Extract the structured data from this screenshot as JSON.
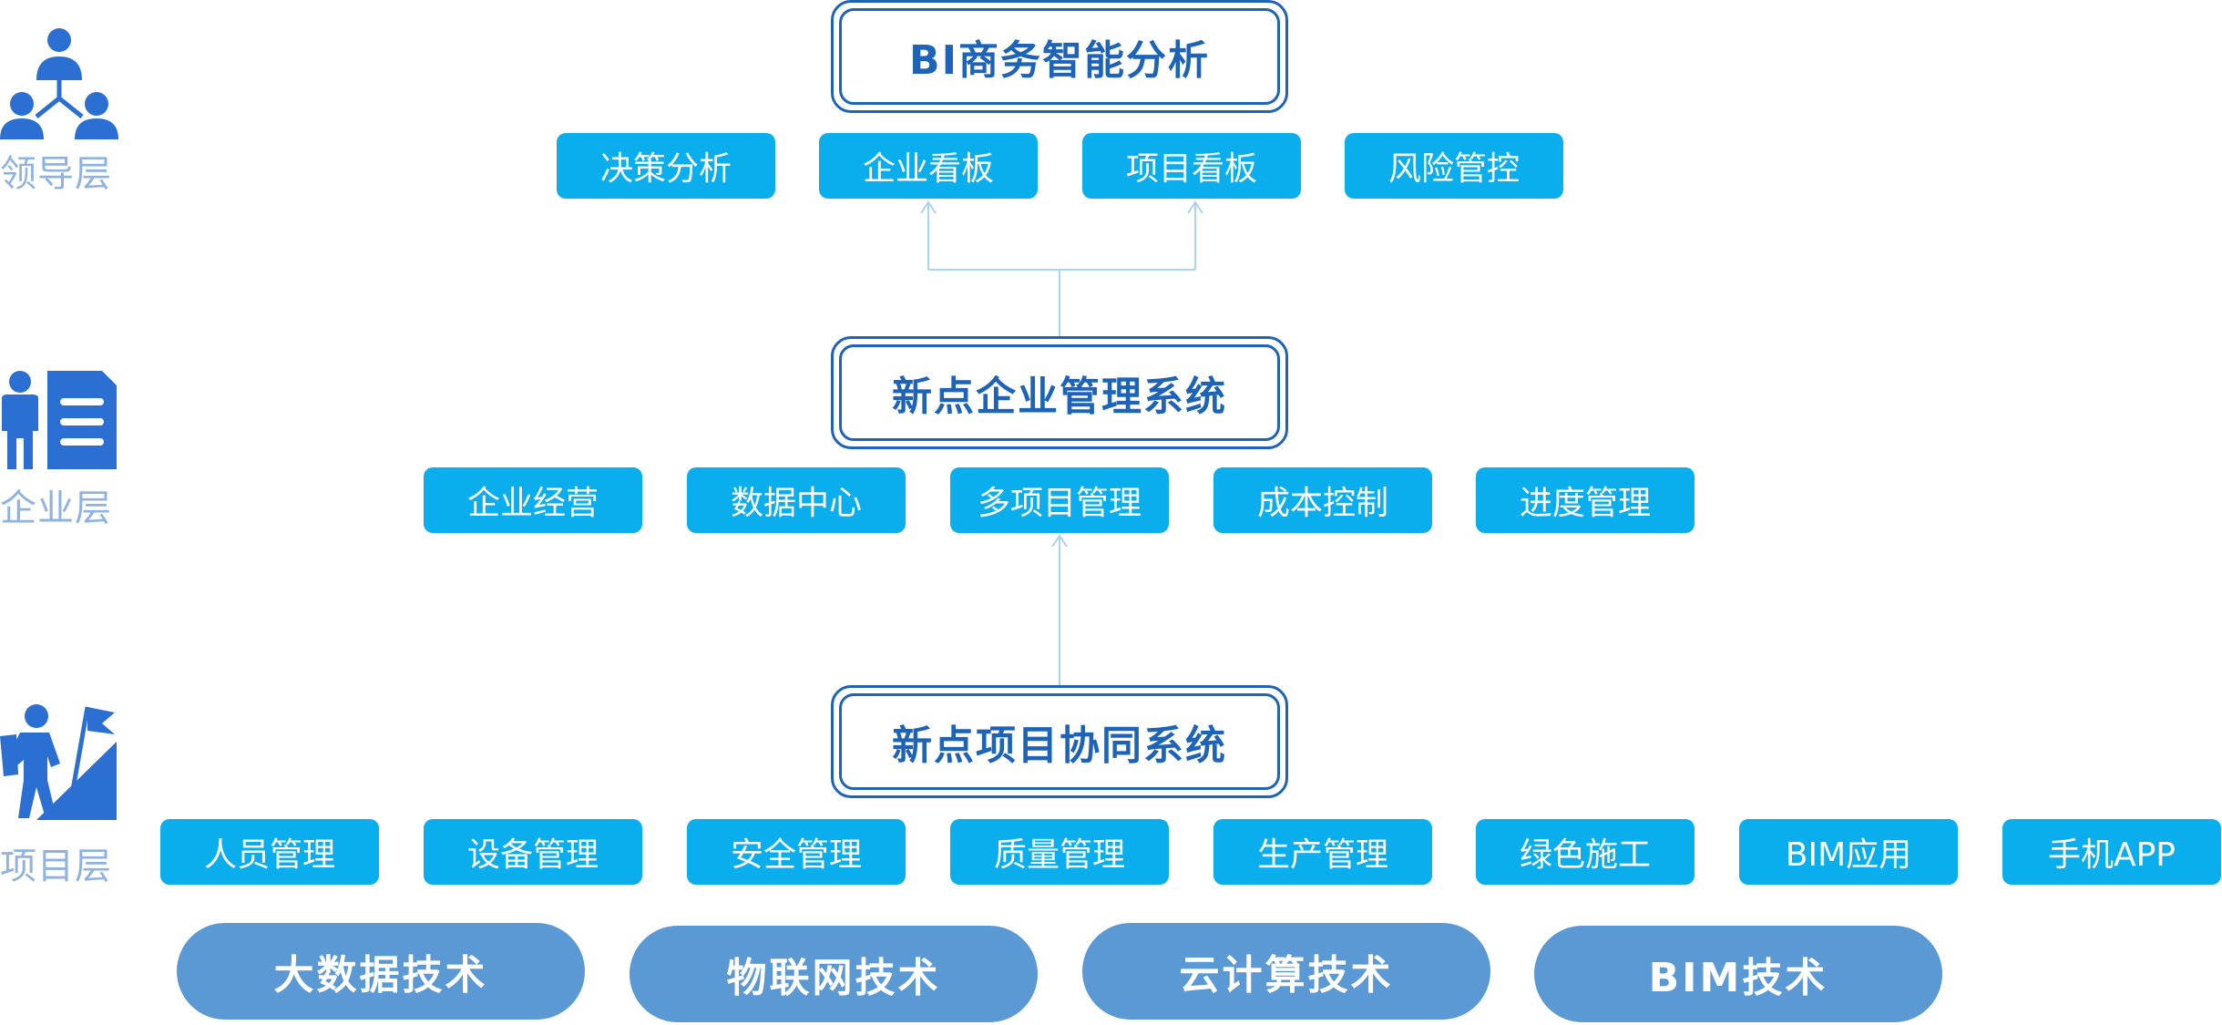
{
  "levels": {
    "leader": "领导层",
    "enterprise": "企业层",
    "project": "项目层"
  },
  "systems": {
    "bi": "BI商务智能分析",
    "enterprise_mgmt": "新点企业管理系统",
    "project_collab": "新点项目协同系统"
  },
  "bi_modules": [
    "决策分析",
    "企业看板",
    "项目看板",
    "风险管控"
  ],
  "enterprise_modules": [
    "企业经营",
    "数据中心",
    "多项目管理",
    "成本控制",
    "进度管理"
  ],
  "project_modules": [
    "人员管理",
    "设备管理",
    "安全管理",
    "质量管理",
    "生产管理",
    "绿色施工",
    "BIM应用",
    "手机APP"
  ],
  "technologies": [
    "大数据技术",
    "物联网技术",
    "云计算技术",
    "BIM技术"
  ],
  "colors": {
    "system_border": "#1d63b8",
    "module_fill": "#0aaeed",
    "tech_fill": "#5b99d4",
    "level_label": "#8fb3e0",
    "icon": "#2a6fd1",
    "connector": "#a9d3f0"
  }
}
